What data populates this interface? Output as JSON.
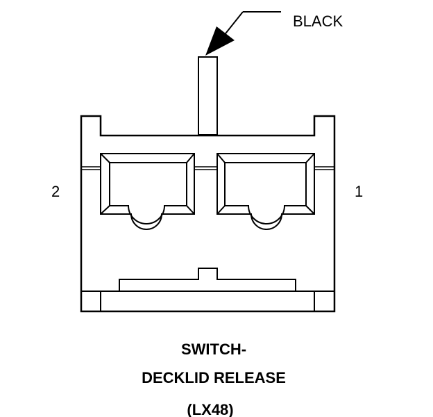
{
  "wire_label": "BLACK",
  "pin_left": "2",
  "pin_right": "1",
  "title_line1": "SWITCH-",
  "title_line2": "DECKLID RELEASE",
  "title_line3": "(LX48)",
  "colors": {
    "ink": "#000000",
    "background": "#ffffff"
  }
}
